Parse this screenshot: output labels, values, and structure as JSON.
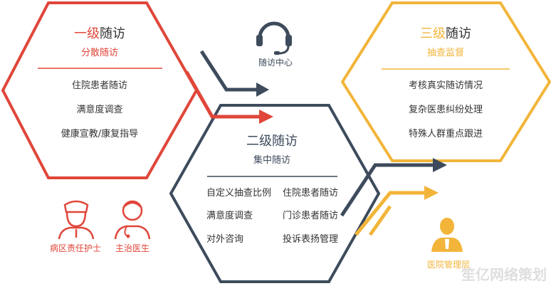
{
  "colors": {
    "red": "#e0463a",
    "navy": "#3d4b5c",
    "yellow": "#f2b53a",
    "text": "#333333"
  },
  "level1": {
    "title_a": "一级",
    "title_b": "随访",
    "subtitle": "分散随访",
    "items": [
      "住院患者随访",
      "满意度调查",
      "健康宣教/康复指导"
    ]
  },
  "level2": {
    "title": "二级随访",
    "subtitle": "集中随访",
    "items_left": [
      "自定义抽查比例",
      "满意度调查",
      "对外咨询"
    ],
    "items_right": [
      "住院患者随访",
      "门诊患者随访",
      "投诉表扬管理"
    ]
  },
  "level3": {
    "title_a": "三级",
    "title_b": "随访",
    "subtitle": "抽查监督",
    "items": [
      "考核真实随访情况",
      "复杂医患纠纷处理",
      "特殊人群重点跟进"
    ]
  },
  "center": {
    "label": "随访中心",
    "icon": "headset-icon"
  },
  "roles": {
    "nurse": {
      "label": "病区责任护士",
      "icon": "nurse-icon"
    },
    "doctor": {
      "label": "主治医生",
      "icon": "doctor-icon"
    },
    "manager": {
      "label": "医院管理层",
      "icon": "manager-icon"
    }
  },
  "watermark": "笙亿网络策划"
}
